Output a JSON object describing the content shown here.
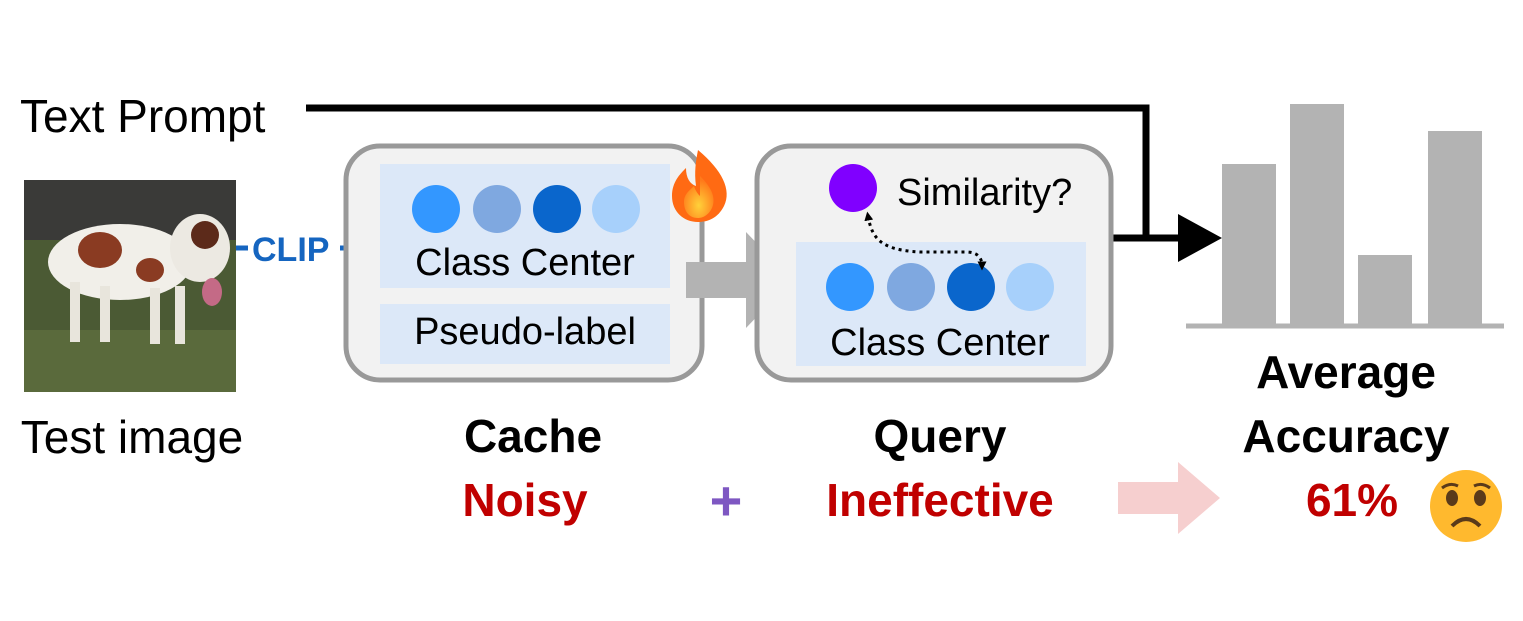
{
  "labels": {
    "text_prompt": "Text Prompt",
    "test_image": "Test image",
    "clip": "CLIP",
    "cache_class_center": "Class Center",
    "pseudo_label": "Pseudo-label",
    "similarity": "Similarity?",
    "query_class_center": "Class Center",
    "cache": "Cache",
    "query": "Query",
    "average": "Average",
    "accuracy": "Accuracy",
    "noisy": "Noisy",
    "plus": "+",
    "ineffective": "Ineffective",
    "accuracy_value": "61%"
  },
  "colors": {
    "red": "#c00000",
    "clip_blue": "#1565c0",
    "panel_bg": "#f2f2f2",
    "panel_border": "#999999",
    "inner_box": "#dce8f8",
    "bar_gray": "#b3b3b3",
    "purple_dot": "#8000ff",
    "plus_purple": "#7e57c2",
    "pink_arrow": "#f6cfcf",
    "dots": [
      "#3397ff",
      "#7fa8e0",
      "#0a66cc",
      "#a7d0fb"
    ]
  },
  "bar_heights": [
    0.73,
    1.0,
    0.32,
    0.88
  ],
  "icons": {
    "fire": "fire-icon",
    "sad_face": "sad-face-icon",
    "dog": "dog-photo"
  }
}
